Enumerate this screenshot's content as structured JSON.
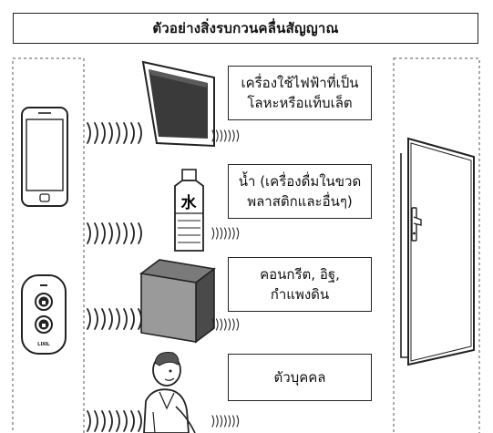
{
  "title": "ตัวอย่างสิ่งรบกวนคลื่นสัญญาณ",
  "labels": {
    "metal": "เครื่องใช้ไฟฟ้าที่เป็น\nโลหะหรือแท็บเล็ต",
    "water": "น้ำ (เครื่องดื่มในขวด\nพลาสติกและอื่นๆ)",
    "concrete": "คอนกรีต, อิฐ,\nกำแพงดิน",
    "person": "ตัวบุคคล"
  },
  "remote": {
    "brand": "LIXIL"
  },
  "bottle": {
    "mark": "水"
  }
}
